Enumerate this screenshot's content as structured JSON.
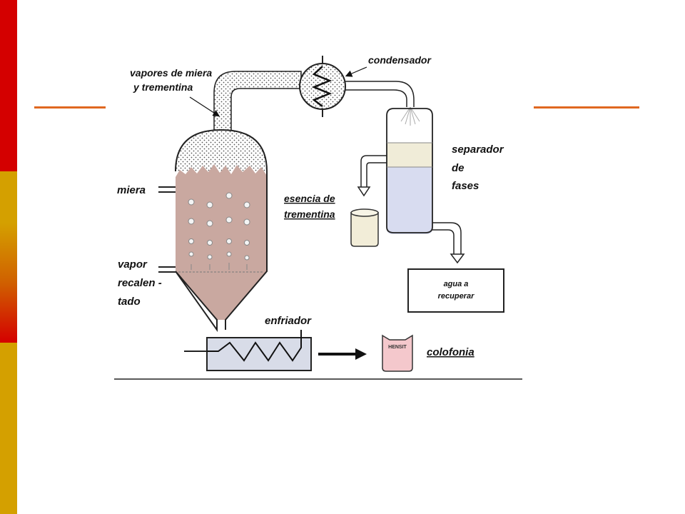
{
  "labels": {
    "vapores_line1": "vapores de miera",
    "vapores_line2": "y trementina",
    "condensador": "condensador",
    "separador_line1": "separador",
    "separador_line2": "de",
    "separador_line3": "fases",
    "esencia_line1": "esencia de",
    "esencia_line2": "trementina",
    "miera": "miera",
    "vapor_line1": "vapor",
    "vapor_line2": "recalen -",
    "vapor_line3": "tado",
    "agua_line1": "agua a",
    "agua_line2": "recuperar",
    "enfriador": "enfriador",
    "colofonia": "colofonia",
    "bag_text": "HENSIT"
  },
  "colors": {
    "stripe_red": "#d40000",
    "stripe_gold": "#d4a000",
    "accent_line": "#e06820",
    "miera_fill": "#c9a8a0",
    "separator_liquid": "#d8dcf0",
    "separator_oil": "#f0ecd8",
    "cooler_fill": "#d8dce8",
    "bag_fill": "#f4c8cc"
  }
}
